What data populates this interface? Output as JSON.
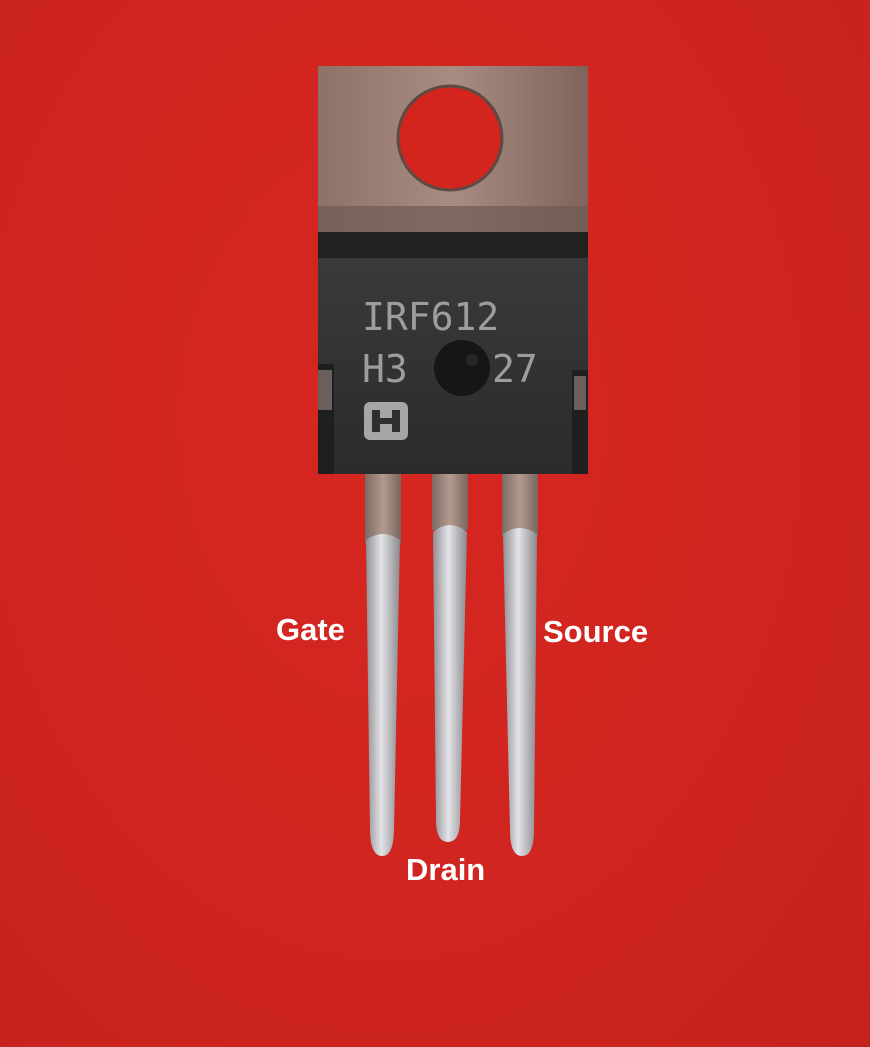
{
  "photo": {
    "background_color": "#d3241e",
    "component": {
      "part_number": "IRF612",
      "marking_left": "H3",
      "marking_right": "27",
      "logo": "manufacturer-logo"
    },
    "pins": {
      "gate": "Gate",
      "drain": "Drain",
      "source": "Source"
    }
  }
}
